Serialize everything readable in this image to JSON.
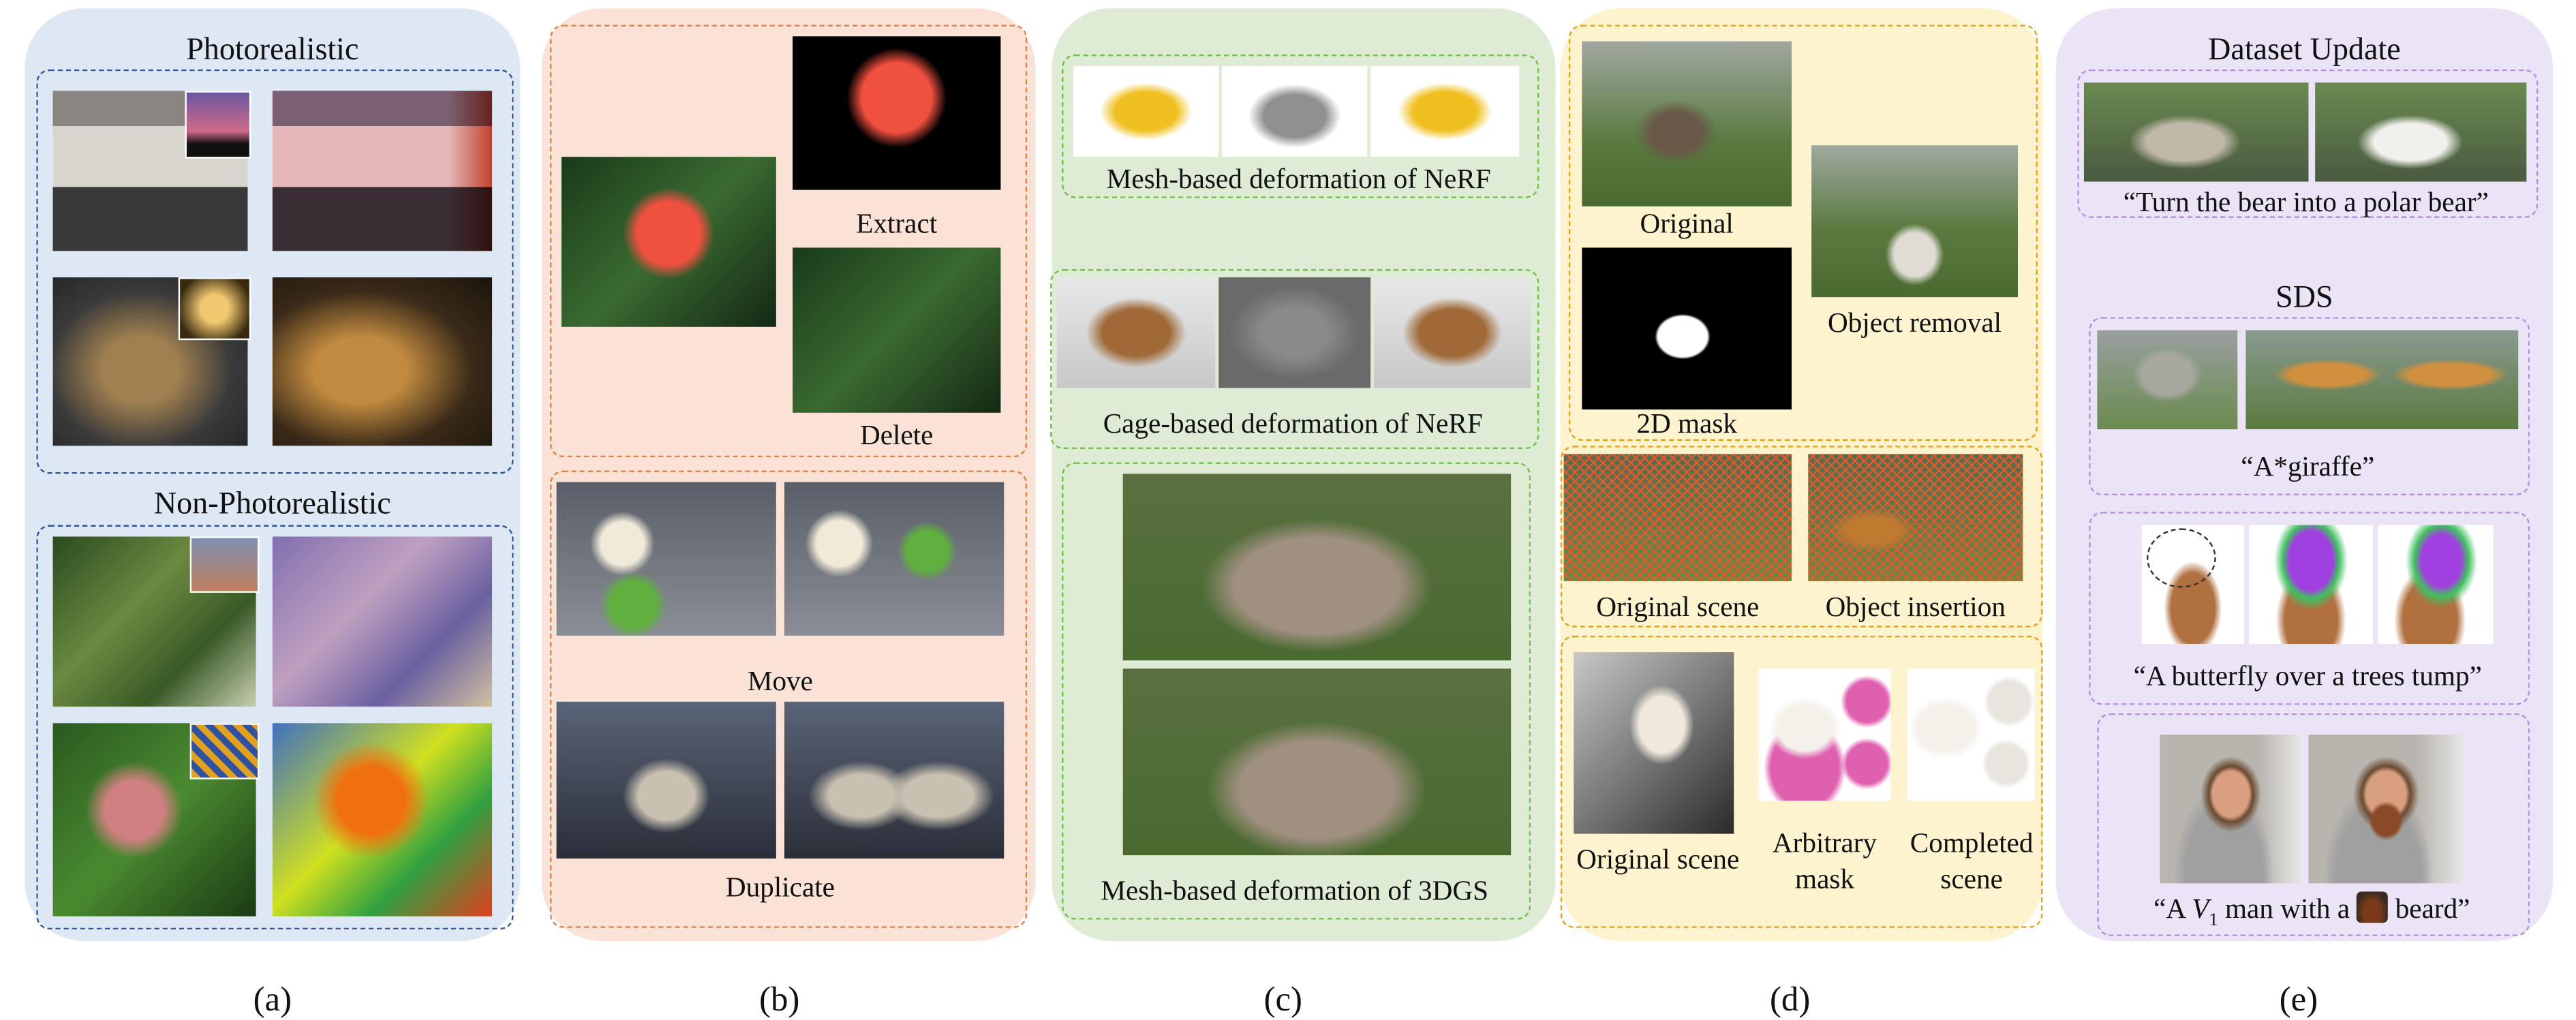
{
  "panels": {
    "a": {
      "label": "(a)",
      "photorealistic_title": "Photorealistic",
      "non_photorealistic_title": "Non-Photorealistic",
      "bg": "#dde8f4",
      "border": "#2f56a0"
    },
    "b": {
      "label": "(b)",
      "extract": "Extract",
      "delete": "Delete",
      "move": "Move",
      "duplicate": "Duplicate",
      "bg": "#fae3d6",
      "border": "#e0804a"
    },
    "c": {
      "label": "(c)",
      "mesh_nerf": "Mesh-based deformation of NeRF",
      "cage_nerf": "Cage-based deformation of NeRF",
      "mesh_3dgs": "Mesh-based deformation of 3DGS",
      "bg": "#dfecd5",
      "border": "#6fbf4a"
    },
    "d": {
      "label": "(d)",
      "original": "Original",
      "mask_2d": "2D mask",
      "object_removal": "Object removal",
      "original_scene": "Original scene",
      "object_insertion": "Object insertion",
      "original_scene_2": "Original scene",
      "arbitrary_mask_1": "Arbitrary",
      "arbitrary_mask_2": "mask",
      "completed_scene_1": "Completed",
      "completed_scene_2": "scene",
      "bg": "#fdf3cf",
      "border": "#e3a21a"
    },
    "e": {
      "label": "(e)",
      "dataset_update_title": "Dataset Update",
      "bear_prompt": "“Turn the bear into a polar bear”",
      "sds_title": "SDS",
      "giraffe_prompt": "“A*giraffe”",
      "butterfly_prompt": "“A butterfly over a trees tump”",
      "beard_prompt": {
        "prefix": "“A ",
        "var": "V",
        "sub": "1",
        "middle": " man with a ",
        "suffix": " beard”"
      },
      "bg": "#ebe3f6",
      "border": "#b68ee6"
    }
  }
}
